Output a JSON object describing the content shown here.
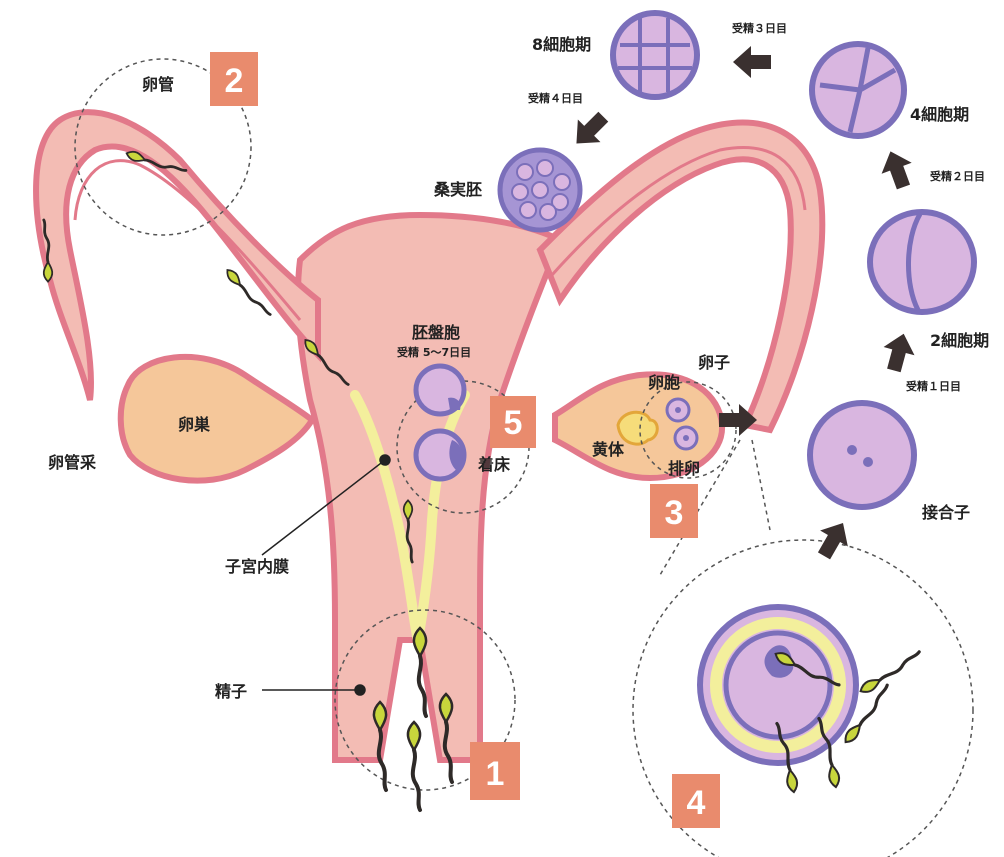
{
  "labels": {
    "oviduct": "卵管",
    "ovary": "卵巣",
    "fimbria": "卵管采",
    "endometrium": "子宮内膜",
    "sperm": "精子",
    "blastocyst": "胚盤胞",
    "blastocyst_day": "受精 5〜7日目",
    "implantation": "着床",
    "egg": "卵子",
    "follicle": "卵胞",
    "corpus_luteum": "黄体",
    "ovulation": "排卵",
    "zygote": "接合子",
    "two_cell": "2細胞期",
    "four_cell": "4細胞期",
    "eight_cell": "8細胞期",
    "morula": "桑実胚",
    "day1": "受精１日目",
    "day2": "受精２日目",
    "day3": "受精３日目",
    "day4": "受精４日目"
  },
  "steps": [
    "1",
    "2",
    "3",
    "4",
    "5"
  ],
  "colors": {
    "uterus_fill": "#f3bcb4",
    "uterus_stroke": "#e2798a",
    "ovary_fill": "#f5c79a",
    "lining": "#f3ef9c",
    "cell_fill": "#d9b6e0",
    "cell_stroke": "#7b6fba",
    "step_badge": "#e98b6d",
    "sperm_head": "#c8d63c",
    "arrow": "#3a302f"
  }
}
